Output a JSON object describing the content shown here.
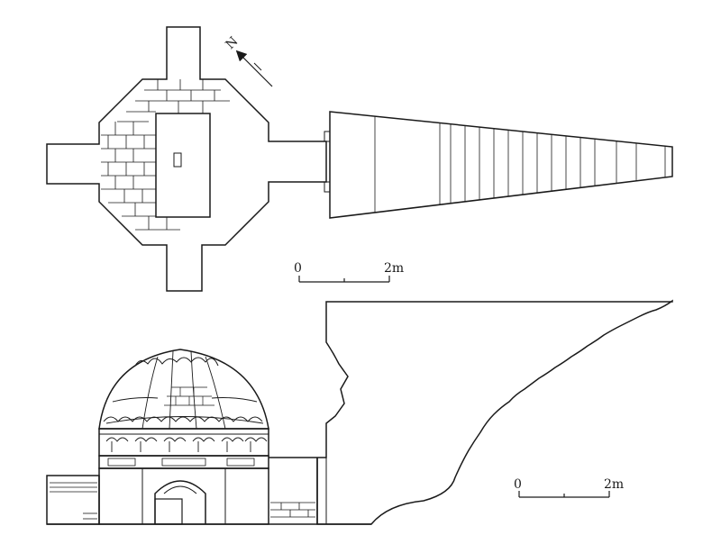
{
  "plan": {
    "north_label": "N"
  },
  "scale_plan": {
    "zero": "0",
    "end": "2m"
  },
  "scale_section": {
    "zero": "0",
    "end": "2m"
  },
  "colors": {
    "line": "#1a1a1a",
    "background": "#ffffff"
  }
}
